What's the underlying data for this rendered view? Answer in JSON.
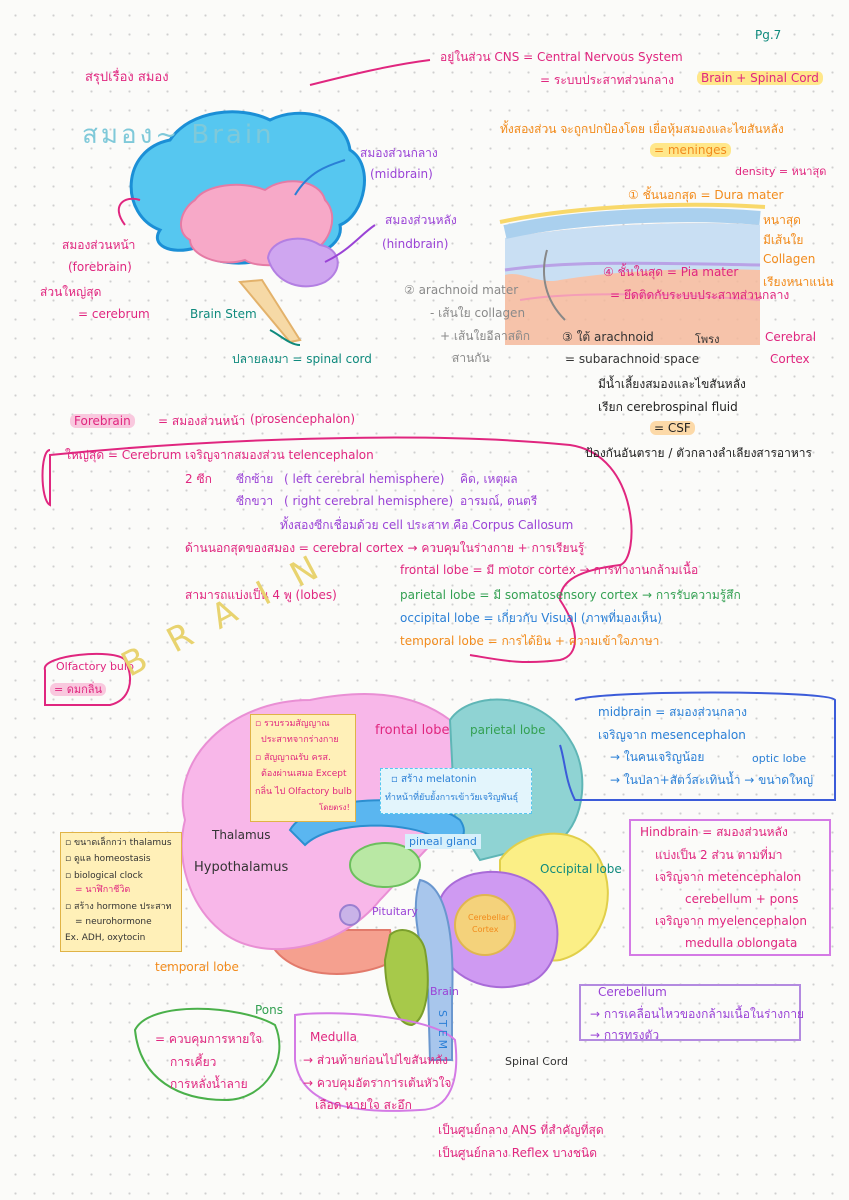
{
  "page_no": "Pg.7",
  "top": {
    "summary_title": "สรุปเรื่อง สมอง",
    "brain_title": "สมอง~ Brain",
    "cns_line1": "อยู่ในส่วน CNS = Central Nervous System",
    "cns_line2": "= ระบบประสาทส่วนกลาง",
    "cns_result": "Brain + Spinal Cord",
    "meninges_line1": "ทั้งสองส่วน จะถูกปกป้องโดย เยื่อหุ้มสมองและไขสันหลัง",
    "meninges_line2": "= meninges"
  },
  "brain_diagram": {
    "midbrain_th": "สมองส่วนกลาง",
    "midbrain_en": "(midbrain)",
    "hindbrain_th": "สมองส่วนหลัง",
    "hindbrain_en": "(hindbrain)",
    "forebrain_th": "สมองส่วนหน้า",
    "forebrain_en": "(forebrain)",
    "largest": "ส่วนใหญ่สุด",
    "cerebrum": "= cerebrum",
    "brain_stem": "Brain Stem",
    "spinal_cord": "ปลายลงมา = spinal cord"
  },
  "meninges": {
    "density": "density = หนาสุด",
    "dura": "① ชั้นนอกสุด = Dura mater",
    "dura_n1": "หนาสุด",
    "dura_n2": "มีเส้นใย",
    "dura_n3": "Collagen",
    "dura_n4": "เรียงหนาแน่น",
    "pia": "④ ชั้นในสุด = Pia mater",
    "pia_n": "= ยึดติดกับระบบประสาทส่วนกลาง",
    "arachnoid": "② arachnoid mater",
    "arachnoid_n1": "- เส้นใย collagen",
    "arachnoid_n2": "+ เส้นใยอีลาสติก",
    "arachnoid_n3": "สานกัน",
    "sub1": "③ ใต้ arachnoid",
    "sub_hollow": "โพรง",
    "sub2": "= subarachnoid space",
    "cortex1": "Cerebral",
    "cortex2": "Cortex",
    "csf1": "มีน้ำเลี้ยงสมองและไขสันหลัง",
    "csf2": "เรียก cerebrospinal fluid",
    "csf3": "= CSF",
    "csf4": "ป้องกันอันตราย / ตัวกลางลำเลียงสารอาหาร"
  },
  "forebrain": {
    "title": "Forebrain",
    "title_th": "= สมองส่วนหน้า",
    "title_pro": "(prosencephalon)",
    "l1": "ใหญ่สุด = Cerebrum เจริญจากสมองส่วน telencephalon",
    "halves": "2 ซีก",
    "left_th": "ซีกซ้าย",
    "left_en": "( left cerebral hemisphere)",
    "left_fn": "คิด, เหตุผล",
    "right_th": "ซีกขวา",
    "right_en": "( right cerebral hemisphere)",
    "right_fn": "อารมณ์, ดนตรี",
    "corpus": "ทั้งสองซีกเชื่อมด้วย cell ประสาท คือ Corpus Callosum",
    "cortex": "ด้านนอกสุดของสมอง = cerebral cortex → ควบคุมในร่างกาย + การเรียนรู้",
    "lobes": "สามารถแบ่งเป็น 4 พู (lobes)",
    "frontal": "frontal lobe = มี motor cortex → การทำงานกล้ามเนื้อ",
    "parietal": "parietal lobe = มี somatosensory cortex → การรับความรู้สึก",
    "occipital": "occipital lobe = เกี่ยวกับ Visual (ภาพที่มองเห็น)",
    "temporal": "temporal lobe = การได้ยิน + ความเข้าใจภาษา"
  },
  "olfactory": {
    "title": "Olfactory bulb",
    "desc": "= ดมกลิ่น"
  },
  "sagittal": {
    "big_word": "BRAIN",
    "thalamus_note1": "▫ รวบรวมสัญญาณ",
    "thalamus_note2": "ประสาทจากร่างกาย",
    "thalamus_note3": "▫ สัญญาณรับ ครส.",
    "thalamus_note4": "ต้องผ่านเสมอ Except",
    "thalamus_note5": "กลิ่น ไป Olfactory bulb",
    "thalamus_note6": "โดยตรง!",
    "frontal": "frontal lobe",
    "parietal": "parietal lobe",
    "occipital": "Occipital lobe",
    "melatonin1": "▫ สร้าง melatonin",
    "melatonin2": "ทำหน้าที่ยับยั้งการเข้าวัยเจริญพันธุ์",
    "pineal": "pineal gland",
    "thalamus": "Thalamus",
    "hypothalamus": "Hypothalamus",
    "pituitary": "Pituitary",
    "cereb_cortex1": "Cerebellar",
    "cereb_cortex2": "Cortex",
    "temporal": "temporal lobe",
    "pons": "Pons",
    "brain_stem_a": "Brain",
    "brain_stem_b": "STEM",
    "spinal": "Spinal Cord",
    "hypo1": "▫ ขนาดเล็กกว่า thalamus",
    "hypo2": "▫ ดูแล homeostasis",
    "hypo3": "▫ biological clock",
    "hypo4": "= นาฬิกาชีวิต",
    "hypo5": "▫ สร้าง hormone ประสาท",
    "hypo6": "= neurohormone",
    "hypo7": "Ex. ADH, oxytocin"
  },
  "midbrain_box": {
    "l1": "midbrain = สมองส่วนกลาง",
    "l2": "เจริญจาก mesencephalon",
    "l3": "→ ในคนเจริญน้อย",
    "l4": "optic lobe",
    "l5": "→ ในปลา+สัตว์สะเทินน้ำ → ขนาดใหญ่"
  },
  "hindbrain_box": {
    "l1": "Hindbrain = สมองส่วนหลัง",
    "l2": "แบ่งเป็น 2 ส่วน ตามที่มา",
    "l3": "เจริญจาก metencephalon",
    "l4": "cerebellum + pons",
    "l5": "เจริญจาก myelencephalon",
    "l6": "medulla oblongata"
  },
  "cerebellum_box": {
    "title": "Cerebellum",
    "l1": "→ การเคลื่อนไหวของกล้ามเนื้อในร่างกาย",
    "l2": "→ การทรงตัว"
  },
  "pons_box": {
    "l1": "= ควบคุมการหายใจ",
    "l2": "การเคี้ยว",
    "l3": "การหลั่งน้ำลาย"
  },
  "medulla_box": {
    "title": "Medulla",
    "l1": "→ ส่วนท้ายก่อนไปไขสันหลัง",
    "l2": "→ ควบคุมอัตราการเต้นหัวใจ",
    "l3": "เลือด หายใจ สะอึก",
    "l4": "เป็นศูนย์กลาง ANS ที่สำคัญที่สุด",
    "l5": "เป็นศูนย์กลาง Reflex บางชนิด"
  }
}
